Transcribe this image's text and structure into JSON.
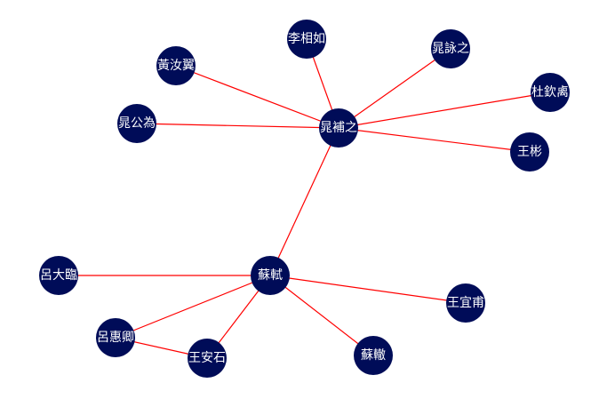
{
  "graph": {
    "colors": {
      "edge": "#ff0000",
      "node_fill": "#000c58",
      "label": "#ffffff",
      "background": "#ffffff"
    },
    "nodes": [
      {
        "id": "chao_buzhi",
        "label": "晁補之"
      },
      {
        "id": "li_xiangru",
        "label": "李相如"
      },
      {
        "id": "chao_yongzhi",
        "label": "晁詠之"
      },
      {
        "id": "huang_ruyi",
        "label": "黃汝翼"
      },
      {
        "id": "du_qinchang",
        "label": "杜欽禼"
      },
      {
        "id": "chao_gongwei",
        "label": "晁公為"
      },
      {
        "id": "wang_bin",
        "label": "王彬"
      },
      {
        "id": "su_shi",
        "label": "蘇軾"
      },
      {
        "id": "lu_dalin",
        "label": "呂大臨"
      },
      {
        "id": "wang_yifu",
        "label": "王宜甫"
      },
      {
        "id": "lu_huiqing",
        "label": "呂惠卿"
      },
      {
        "id": "wang_anshi",
        "label": "王安石"
      },
      {
        "id": "su_che",
        "label": "蘇轍"
      }
    ],
    "edges": [
      [
        "chao_buzhi",
        "li_xiangru"
      ],
      [
        "chao_buzhi",
        "chao_yongzhi"
      ],
      [
        "chao_buzhi",
        "huang_ruyi"
      ],
      [
        "chao_buzhi",
        "du_qinchang"
      ],
      [
        "chao_buzhi",
        "chao_gongwei"
      ],
      [
        "chao_buzhi",
        "wang_bin"
      ],
      [
        "chao_buzhi",
        "su_shi"
      ],
      [
        "su_shi",
        "lu_dalin"
      ],
      [
        "su_shi",
        "wang_yifu"
      ],
      [
        "su_shi",
        "lu_huiqing"
      ],
      [
        "su_shi",
        "wang_anshi"
      ],
      [
        "su_shi",
        "su_che"
      ],
      [
        "lu_huiqing",
        "wang_anshi"
      ]
    ]
  }
}
